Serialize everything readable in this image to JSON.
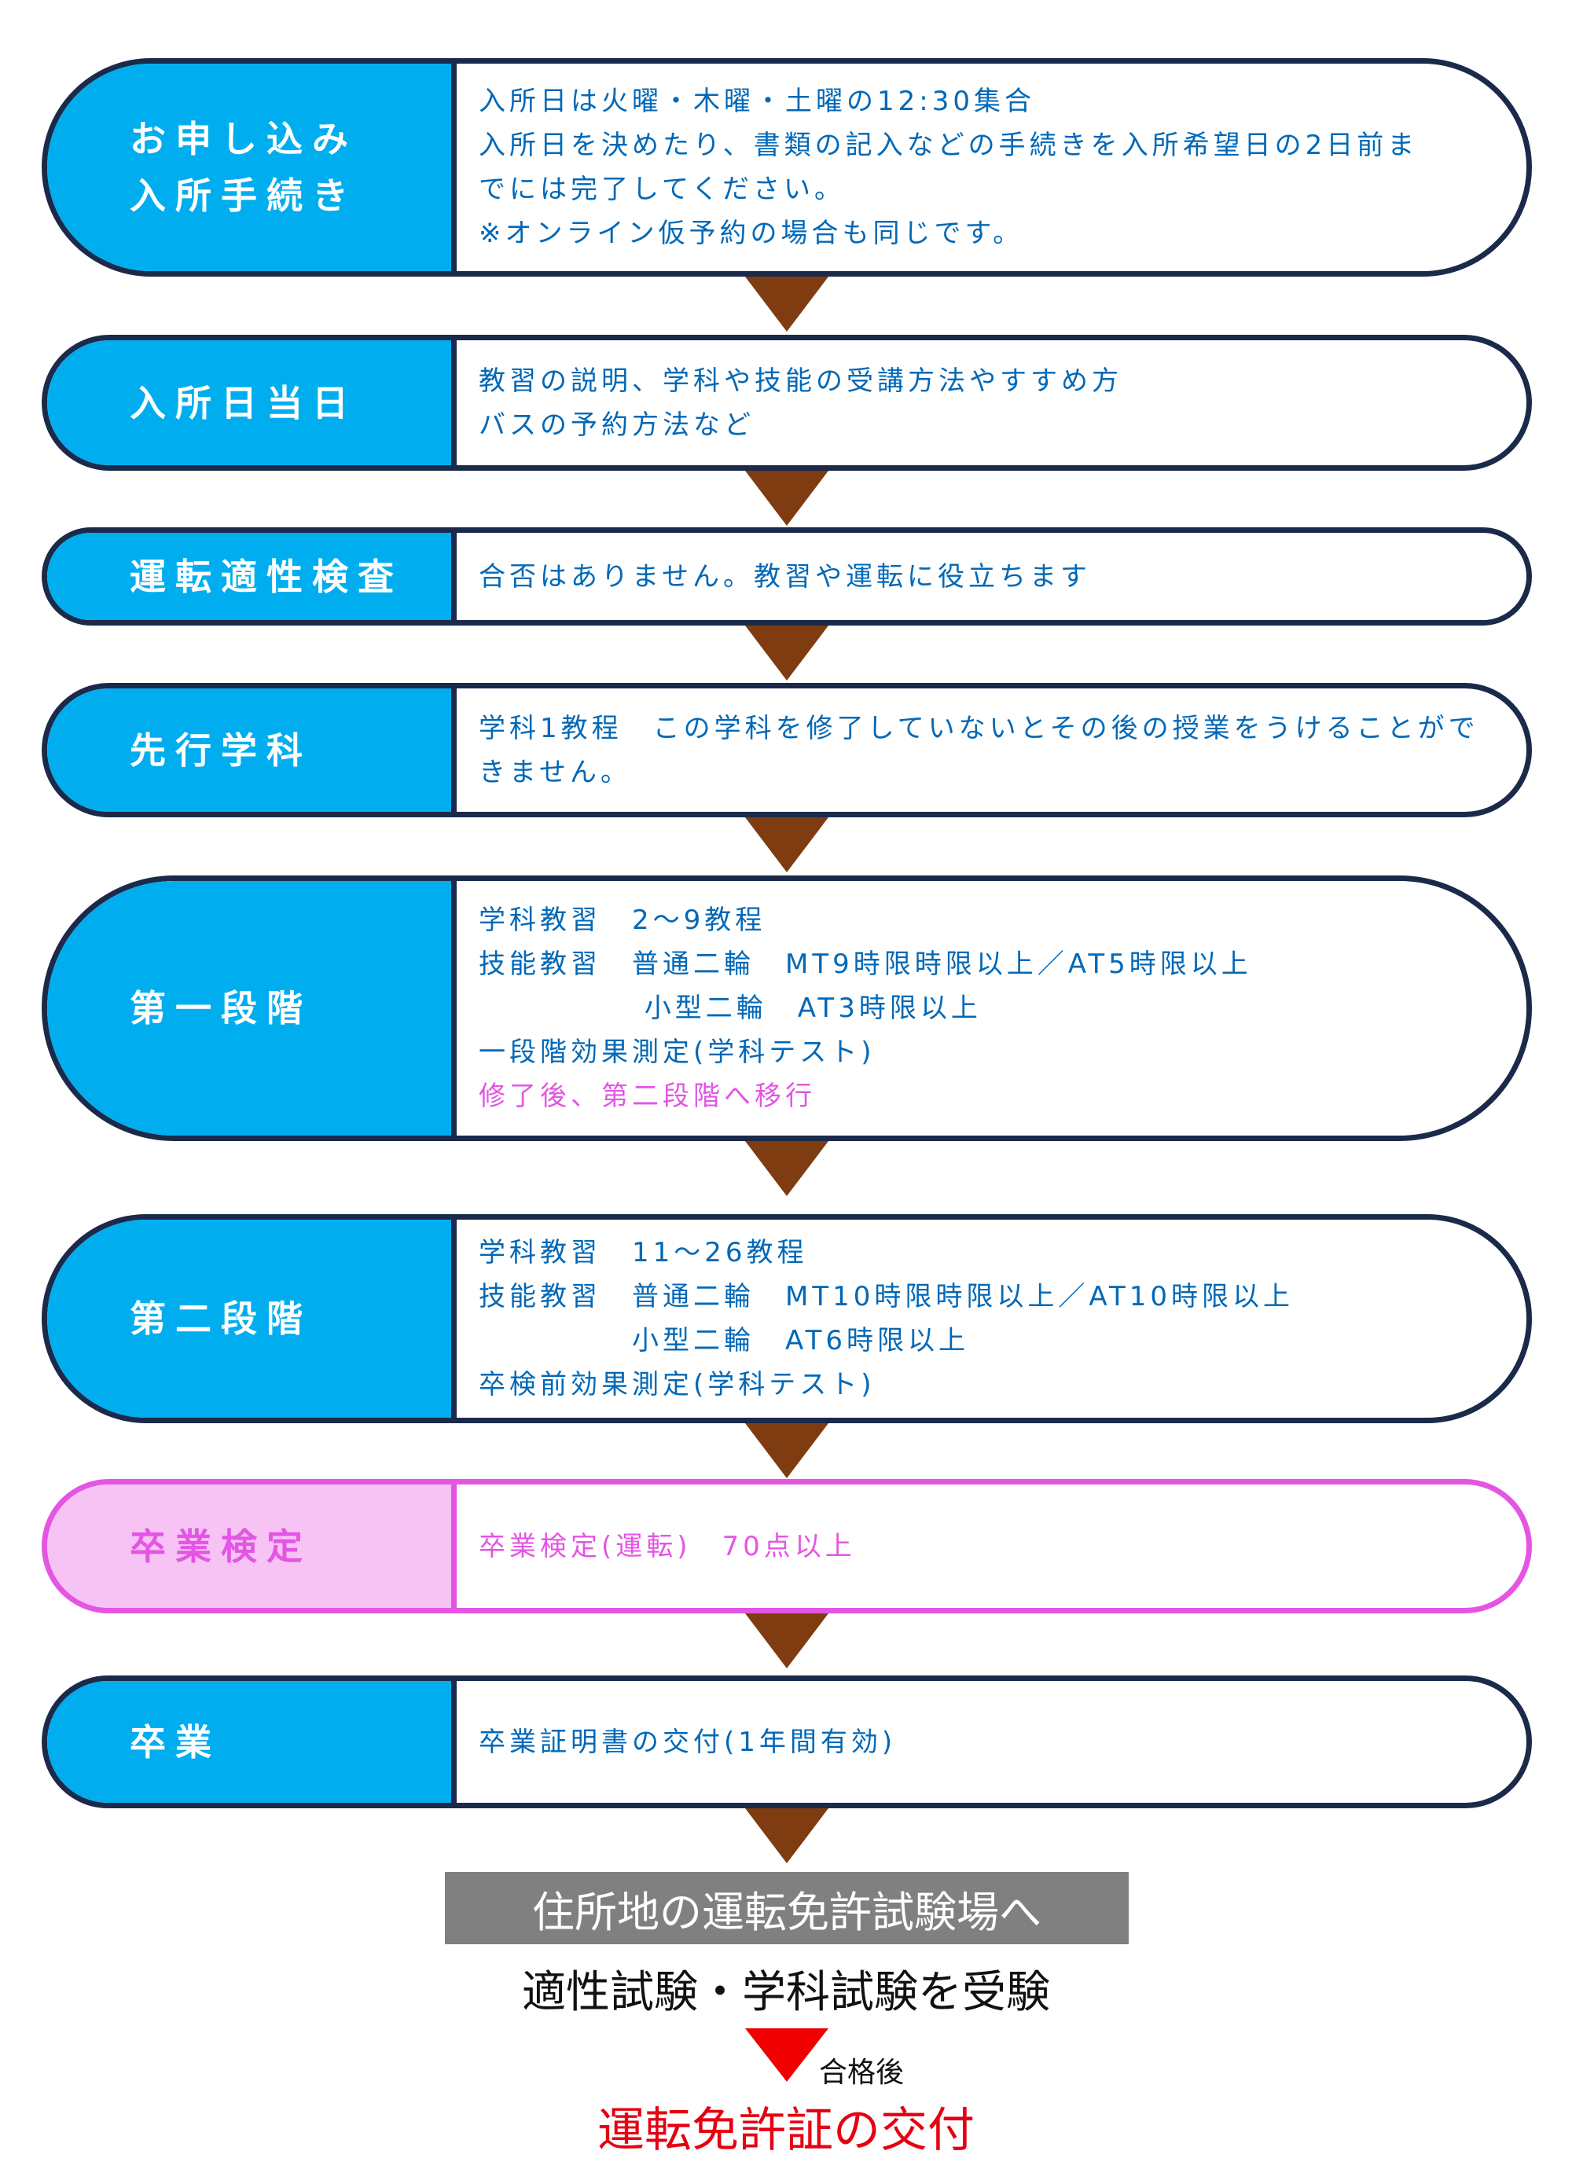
{
  "steps": [
    {
      "label": [
        "お申し込み",
        "入所手続き"
      ],
      "lines": [
        "入所日は火曜・木曜・土曜の12:30集合",
        "入所日を決めたり、書類の記入などの手続きを入所希望日の2日前ま",
        "でには完了してください。",
        "※オンライン仮予約の場合も同じです。"
      ]
    },
    {
      "label": [
        "入所日当日"
      ],
      "lines": [
        "教習の説明、学科や技能の受講方法やすすめ方",
        "バスの予約方法など"
      ]
    },
    {
      "label": [
        "運転適性検査"
      ],
      "lines": [
        "合否はありません。教習や運転に役立ちます"
      ]
    },
    {
      "label": [
        "先行学科"
      ],
      "lines": [
        "学科1教程　この学科を修了していないとその後の授業をうけることがで",
        "きません。"
      ]
    },
    {
      "label": [
        "第一段階"
      ],
      "lines": [
        "学科教習　2～9教程",
        "技能教習　普通二輪　MT9時限時限以上／AT5時限以上",
        "　　　　　 小型二輪　AT3時限以上",
        "一段階効果測定(学科テスト)",
        "修了後、第二段階へ移行"
      ]
    },
    {
      "label": [
        "第二段階"
      ],
      "lines": [
        "学科教習　11～26教程",
        "技能教習　普通二輪　MT10時限時限以上／AT10時限以上",
        "　　　　　小型二輪　AT6時限以上",
        "卒検前効果測定(学科テスト)"
      ]
    },
    {
      "label": [
        "卒業検定"
      ],
      "lines": [
        "卒業検定(運転)　70点以上"
      ]
    },
    {
      "label": [
        "卒業"
      ],
      "lines": [
        "卒業証明書の交付(1年間有効)"
      ]
    }
  ],
  "footer": {
    "test_center": "住所地の運転免許試験場へ",
    "exam": "適性試験・学科試験を受験",
    "pass": "合格後",
    "final": "運転免許証の交付"
  },
  "colors": {
    "blue": "#00aeef",
    "navy": "#1b2a4a",
    "pink": "#e455e4",
    "arrow": "#7f3c10",
    "red": "#e60012"
  }
}
